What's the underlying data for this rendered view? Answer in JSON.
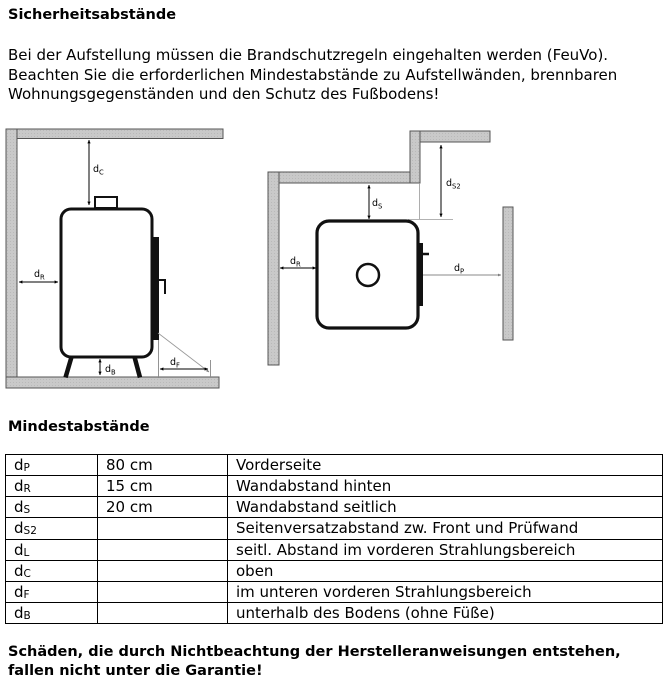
{
  "page": {
    "title": "Sicherheitsabstände",
    "intro_lines": [
      "Bei der Aufstellung müssen die Brandschutzregeln eingehalten werden (FeuVo).",
      "Beachten Sie die erforderlichen Mindestabstände zu Aufstellwänden, brennbaren",
      "Wohnungsgegenständen und den Schutz des Fußbodens!"
    ],
    "section2_title": "Mindestabstände",
    "warning_lines": [
      "Schäden, die durch Nichtbeachtung der Herstelleranweisungen entstehen,",
      "fallen nicht unter die Garantie!"
    ]
  },
  "diagrams": {
    "front_view": {
      "labels": {
        "dc": {
          "base": "d",
          "sub": "C"
        },
        "dr": {
          "base": "d",
          "sub": "R"
        },
        "db": {
          "base": "d",
          "sub": "B"
        },
        "df": {
          "base": "d",
          "sub": "F"
        }
      }
    },
    "top_view": {
      "labels": {
        "ds": {
          "base": "d",
          "sub": "S"
        },
        "ds2": {
          "base": "d",
          "sub": "S2"
        },
        "dr": {
          "base": "d",
          "sub": "R"
        },
        "dp": {
          "base": "d",
          "sub": "P"
        }
      }
    }
  },
  "table": {
    "rows": [
      {
        "symbol": {
          "base": "d",
          "sub": "P"
        },
        "value": "80 cm",
        "description": "Vorderseite"
      },
      {
        "symbol": {
          "base": "d",
          "sub": "R"
        },
        "value": "15 cm",
        "description": "Wandabstand hinten"
      },
      {
        "symbol": {
          "base": "d",
          "sub": "S"
        },
        "value": "20 cm",
        "description": "Wandabstand seitlich"
      },
      {
        "symbol": {
          "base": "d",
          "sub": "S2"
        },
        "value": "",
        "description": "Seitenversatzabstand zw. Front und Prüfwand"
      },
      {
        "symbol": {
          "base": "d",
          "sub": "L"
        },
        "value": "",
        "description": "seitl. Abstand im vorderen Strahlungsbereich"
      },
      {
        "symbol": {
          "base": "d",
          "sub": "C"
        },
        "value": "",
        "description": "oben"
      },
      {
        "symbol": {
          "base": "d",
          "sub": "F"
        },
        "value": "",
        "description": "im unteren vorderen Strahlungsbereich"
      },
      {
        "symbol": {
          "base": "d",
          "sub": "B"
        },
        "value": "",
        "description": "unterhalb des Bodens (ohne Füße)"
      }
    ]
  },
  "colors": {
    "wall_fill": "#c9c9c9",
    "wall_dot": "#bdbdbd",
    "wall_border": "#555555"
  }
}
